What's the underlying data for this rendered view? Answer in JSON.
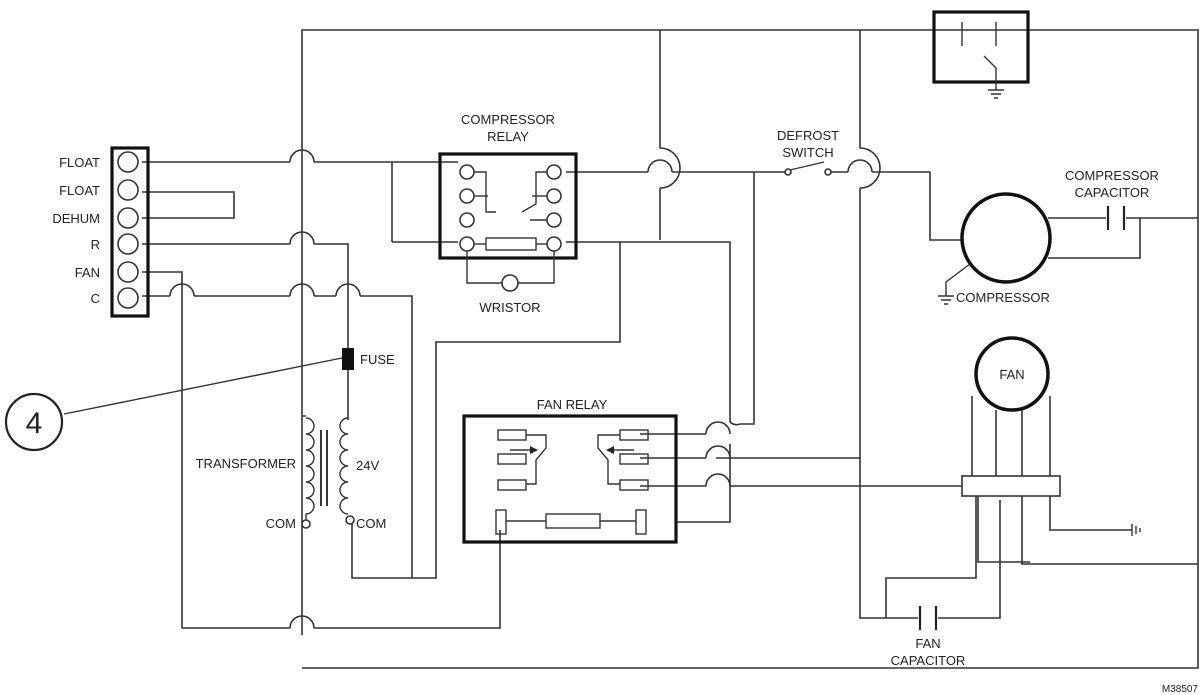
{
  "terminal_block": {
    "labels": [
      "FLOAT",
      "FLOAT",
      "DEHUM",
      "R",
      "FAN",
      "C"
    ]
  },
  "components": {
    "compressor_relay": [
      "COMPRESSOR",
      "RELAY"
    ],
    "wristor": "WRISTOR",
    "defrost_switch": [
      "DEFROST",
      "SWITCH"
    ],
    "compressor_capacitor": [
      "COMPRESSOR",
      "CAPACITOR"
    ],
    "compressor": "COMPRESSOR",
    "fuse": "FUSE",
    "transformer": "TRANSFORMER",
    "secondary_voltage": "24V",
    "com_left": "COM",
    "com_right": "COM",
    "fan_relay": "FAN RELAY",
    "fan_motor": "FAN",
    "fan_capacitor": [
      "FAN",
      "CAPACITOR"
    ]
  },
  "callout": {
    "number": "4"
  },
  "figure_id": "M38507"
}
